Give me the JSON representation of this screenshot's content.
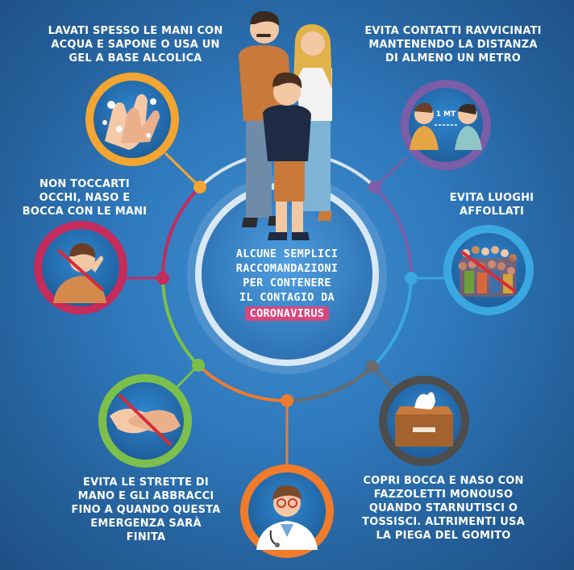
{
  "center": {
    "lines": [
      "ALCUNE SEMPLICI",
      "RACCOMANDAZIONI",
      "PER CONTENERE",
      "IL CONTAGIO DA"
    ],
    "highlight": "CORONAVIRUS"
  },
  "tips": {
    "wash_hands": [
      "LAVATI SPESSO LE MANI CON",
      "ACQUA E SAPONE O USA UN",
      "GEL A BASE ALCOLICA"
    ],
    "keep_distance": [
      "EVITA CONTATTI RAVVICINATI",
      "MANTENENDO LA DISTANZA",
      "DI ALMENO UN METRO"
    ],
    "no_touch_face": [
      "NON TOCCARTI",
      "OCCHI, NASO E",
      "BOCCA CON LE MANI"
    ],
    "avoid_crowds": [
      "EVITA LUOGHI",
      "AFFOLLATI"
    ],
    "no_handshake": [
      "EVITA LE STRETTE DI",
      "MANO E GLI ABBRACCI",
      "FINO A QUANDO QUESTA",
      "EMERGENZA SARÀ FINITA"
    ],
    "cover_mouth": [
      "COPRI BOCCA E NASO CON",
      "FAZZOLETTI MONOUSO",
      "QUANDO STARNUTISCI O",
      "TOSSISCI. ALTRIMENTI USA",
      "LA PIEGA DEL GOMITO"
    ]
  },
  "distance_label": "1 MT",
  "colors": {
    "background": "#2f79bd",
    "wash_ring": "#f2a531",
    "distance_ring": "#7b5ea7",
    "face_ring": "#c52b5b",
    "crowd_ring": "#3aa7e0",
    "handshake_ring": "#7cc04b",
    "tissue_ring": "#4d4d4d",
    "doctor_ring": "#f07b2b",
    "highlight": "#d9467c"
  },
  "icons": [
    "hand-washing-icon",
    "distance-icon",
    "no-face-touch-icon",
    "crowd-icon",
    "no-handshake-icon",
    "tissue-box-icon",
    "doctor-icon",
    "family-illustration"
  ]
}
